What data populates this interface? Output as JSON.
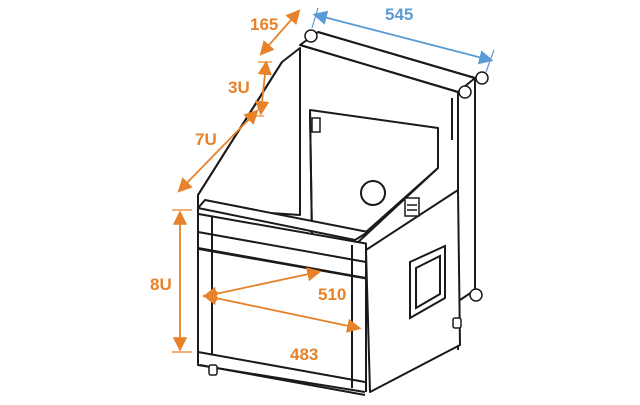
{
  "dimensions": {
    "width": {
      "label": "545",
      "color": "#5b9bd5"
    },
    "top_depth": {
      "label": "165",
      "color": "#e8822a"
    },
    "top_rack": {
      "label": "3U",
      "color": "#e8822a"
    },
    "slant_rack": {
      "label": "7U",
      "color": "#e8822a"
    },
    "bottom_rack": {
      "label": "8U",
      "color": "#e8822a"
    },
    "inner_depth": {
      "label": "510",
      "color": "#e8822a"
    },
    "rack_width": {
      "label": "483",
      "color": "#e8822a"
    }
  },
  "colors": {
    "outline": "#1a1a1a",
    "orange_dimension": "#e8822a",
    "blue_dimension": "#5b9bd5"
  }
}
